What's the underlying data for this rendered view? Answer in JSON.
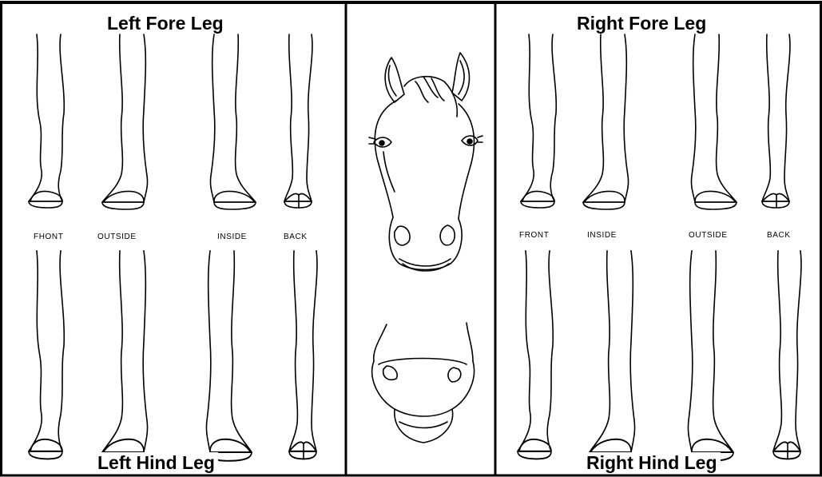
{
  "titles": {
    "left_fore": "Left Fore Leg",
    "right_fore": "Right Fore Leg",
    "left_hind": "Left Hind Leg",
    "right_hind": "Right Hind Leg"
  },
  "view_labels": {
    "left": [
      "FHONT",
      "OUTSIDE",
      "INSIDE",
      "BACK"
    ],
    "right": [
      "FRONT",
      "INSIDE",
      "OUTSIDE",
      "BACK"
    ]
  }
}
